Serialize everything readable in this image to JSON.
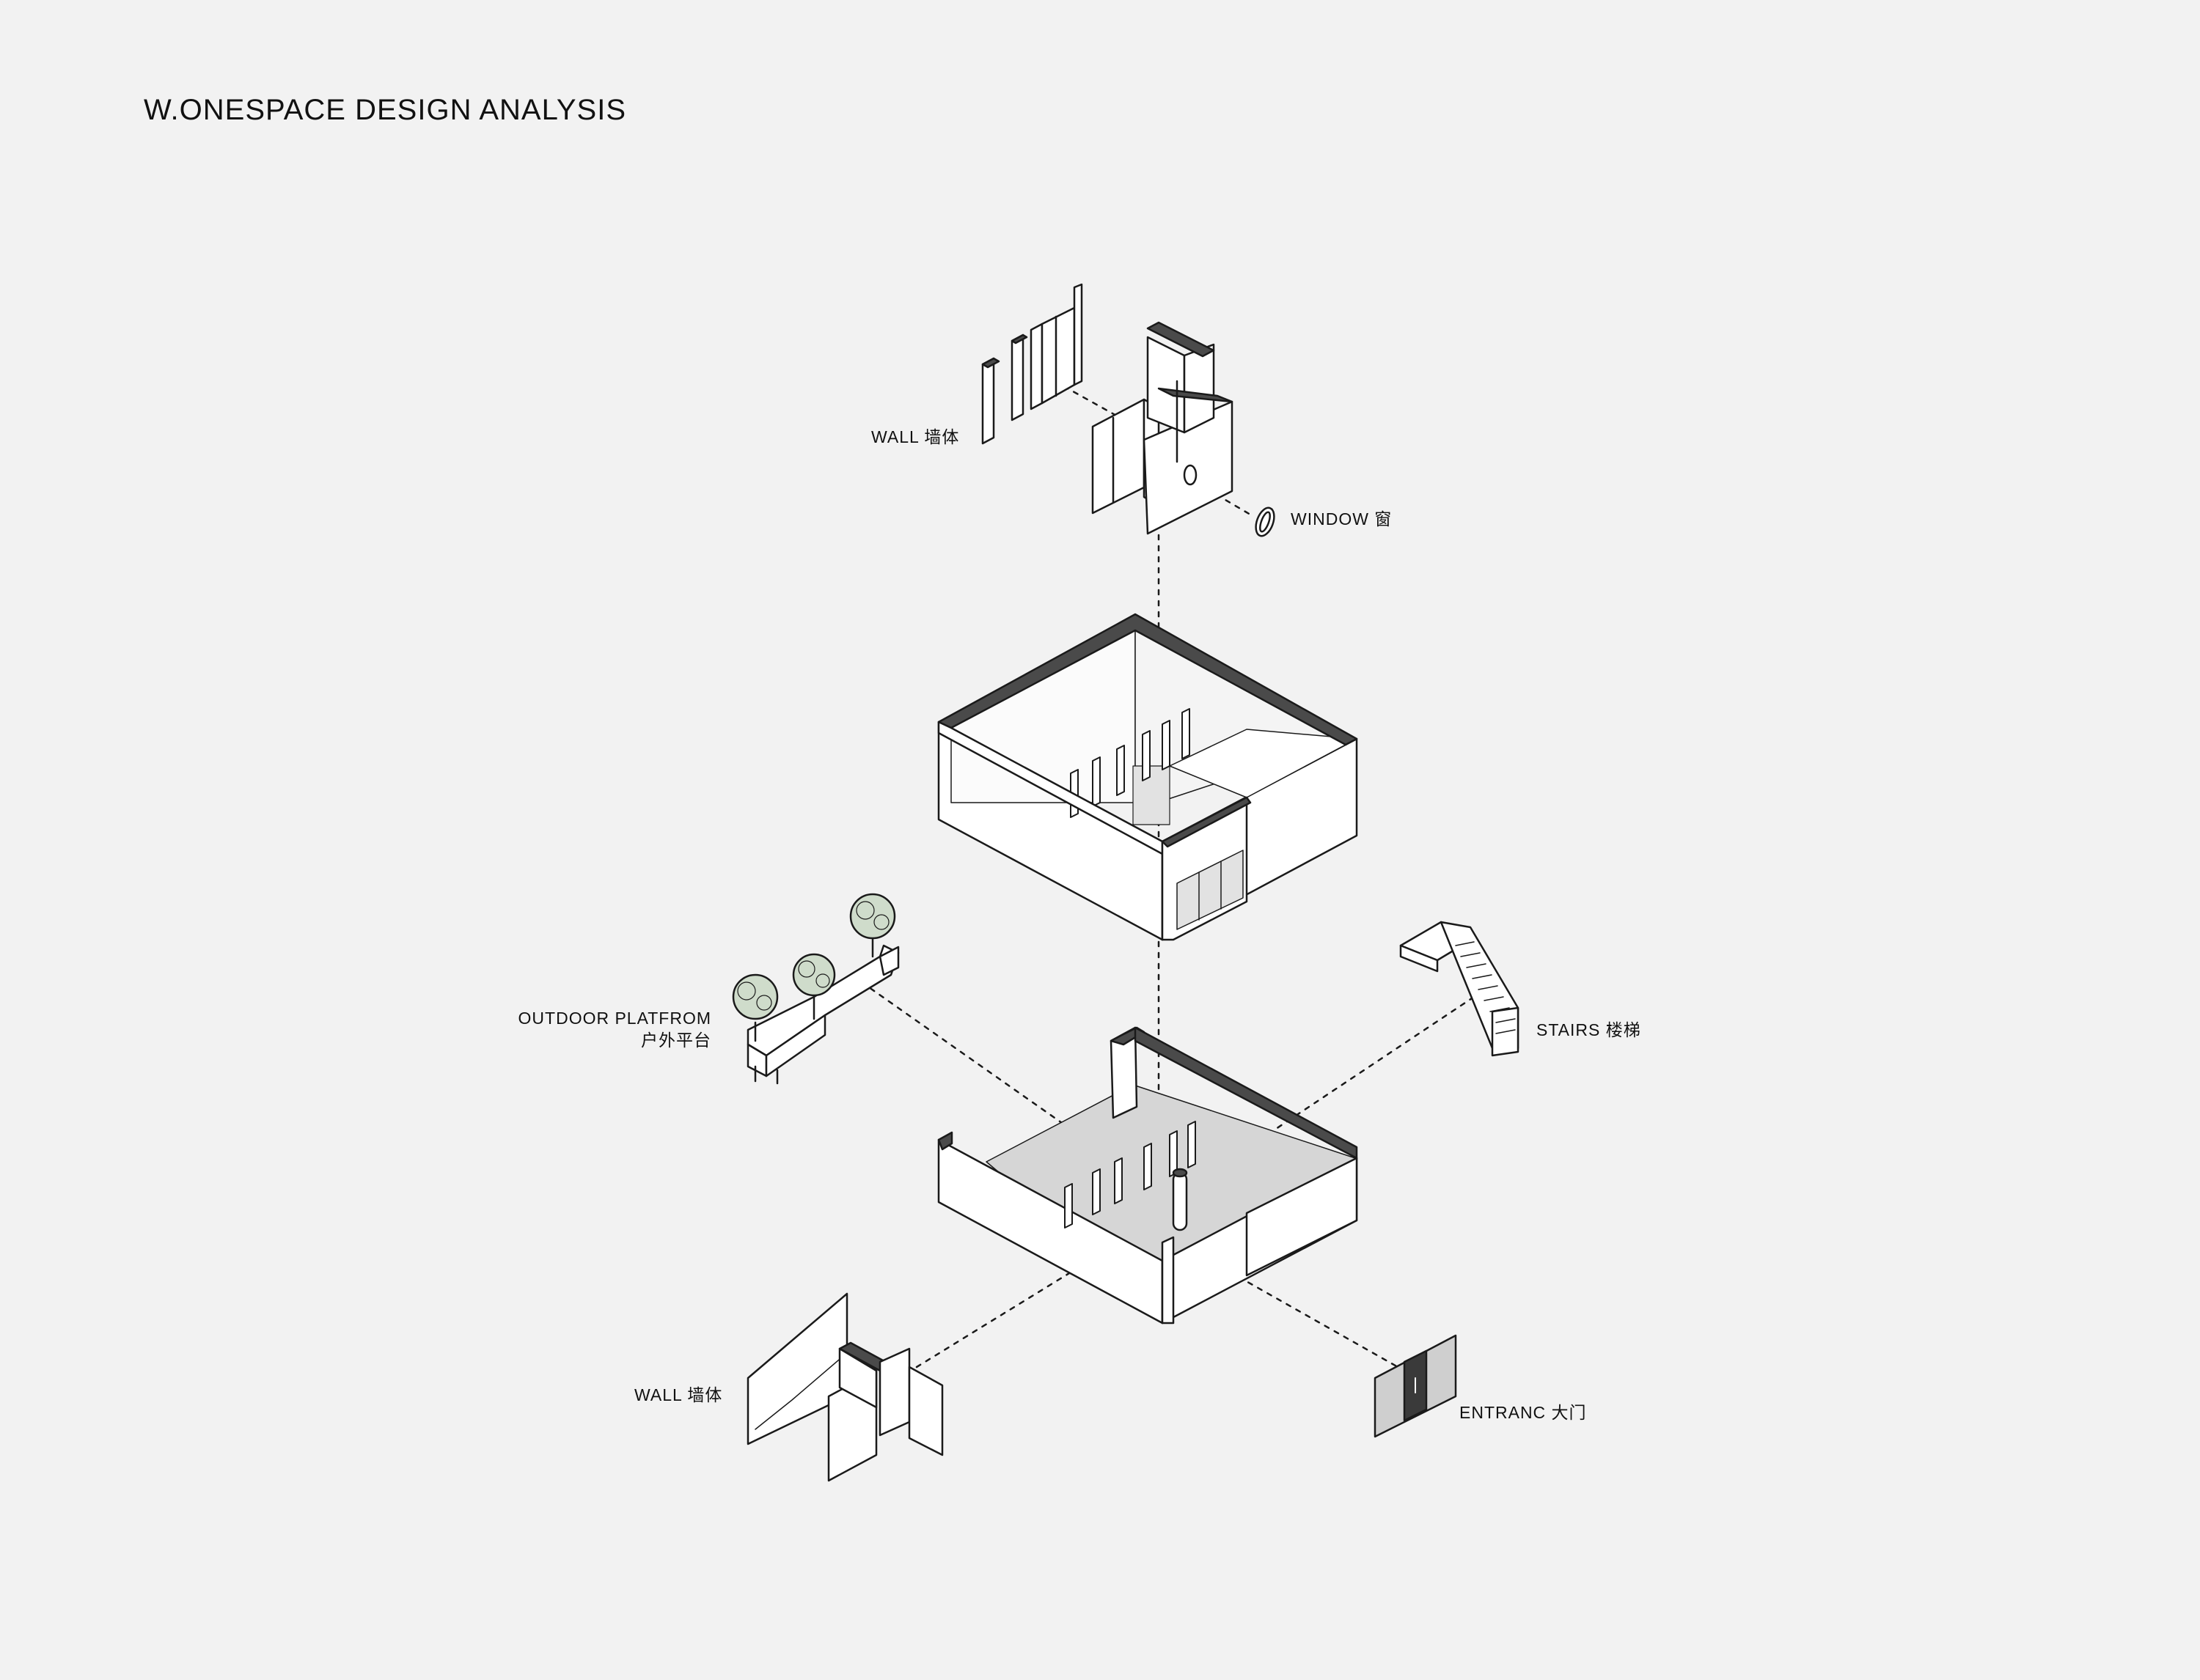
{
  "title": "W.ONESPACE DESIGN ANALYSIS",
  "labels": {
    "wall_top": "WALL 墙体",
    "window": "WINDOW 窗",
    "outdoor_line1": "OUTDOOR PLATFROM",
    "outdoor_line2": "户外平台",
    "stairs": "STAIRS 楼梯",
    "wall_bottom": "WALL 墙体",
    "entrance": "ENTRANC 大门"
  },
  "colors": {
    "background": "#f2f2f2",
    "line": "#1a1a1a",
    "wall_cut": "#4a4a4a",
    "floor": "#d6d6d6",
    "foliage": "#cfdccb"
  }
}
